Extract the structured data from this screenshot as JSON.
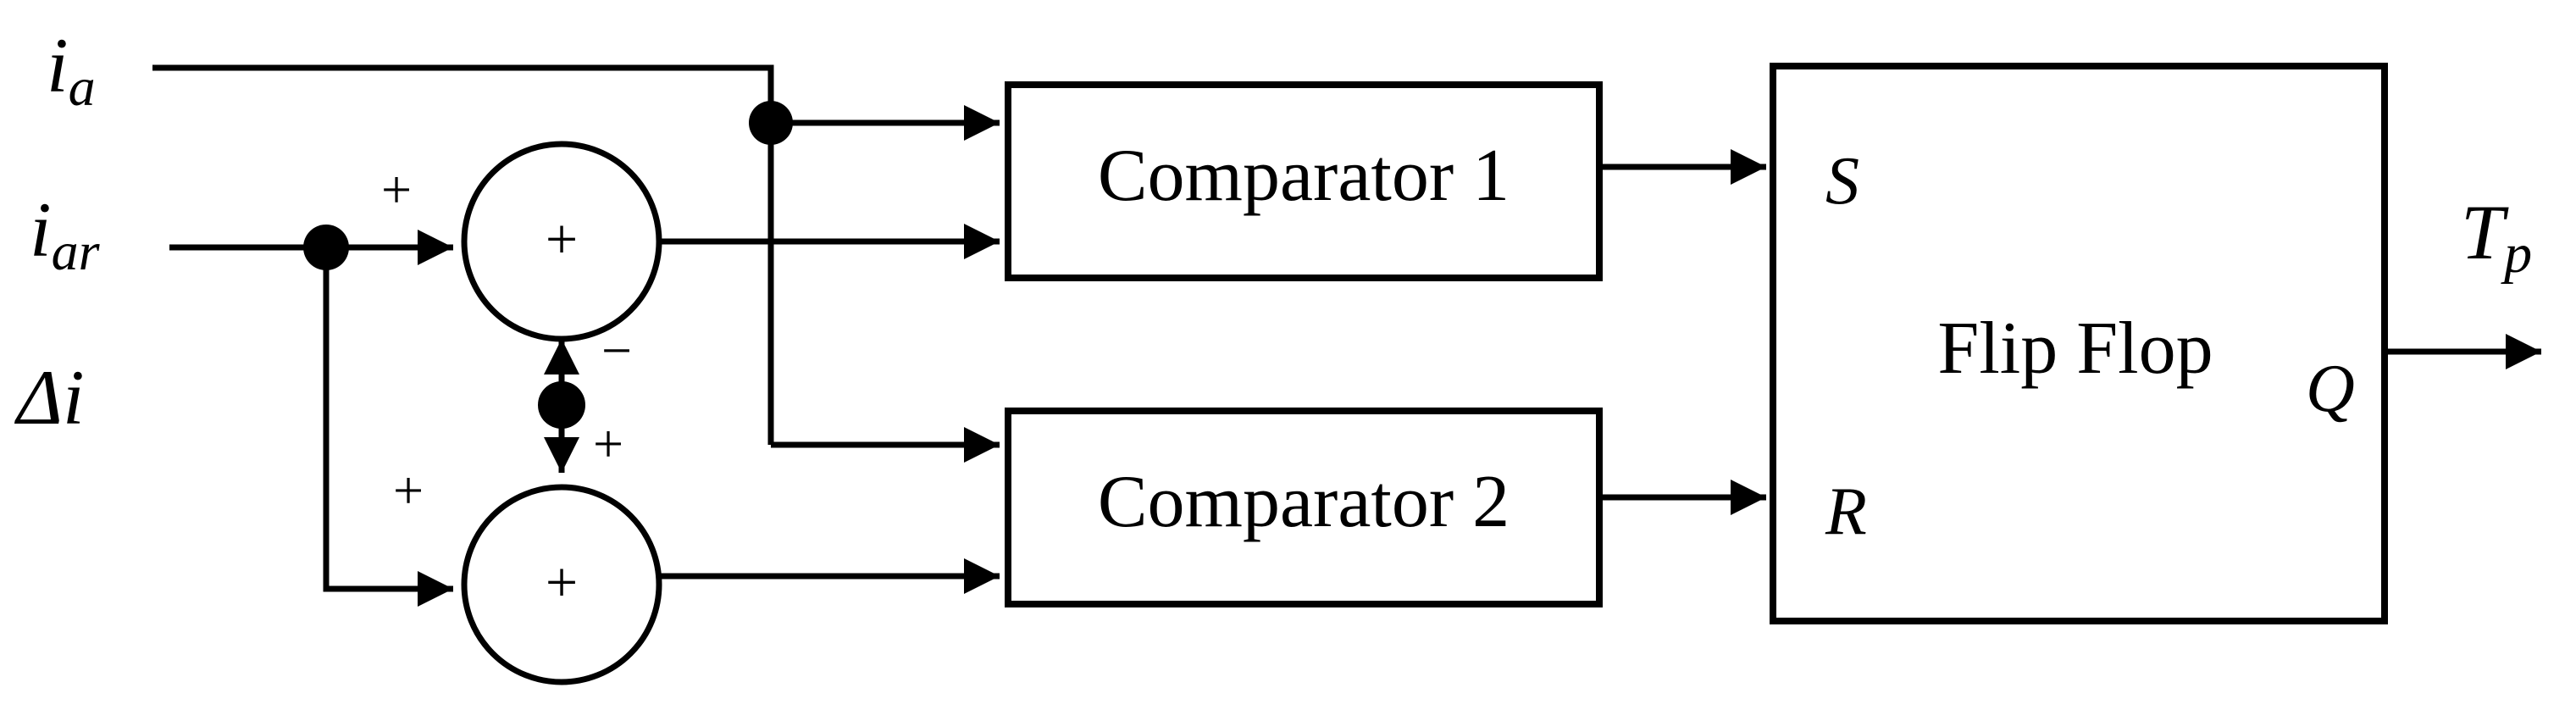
{
  "inputs": {
    "ia": {
      "main": "i",
      "sub": "a"
    },
    "iar": {
      "main": "i",
      "sub": "ar"
    },
    "delta": {
      "main": "Δi"
    }
  },
  "summers": {
    "top": {
      "center": "+",
      "input_sign_left": "+",
      "input_sign_bottom": "−"
    },
    "bottom": {
      "center": "+",
      "input_sign_left": "+",
      "input_sign_top": "+"
    }
  },
  "comparators": {
    "c1": "Comparator 1",
    "c2": "Comparator 2"
  },
  "flipflop": {
    "label": "Flip Flop",
    "s": "S",
    "r": "R",
    "q": "Q"
  },
  "output": {
    "main": "T",
    "sub": "p"
  }
}
